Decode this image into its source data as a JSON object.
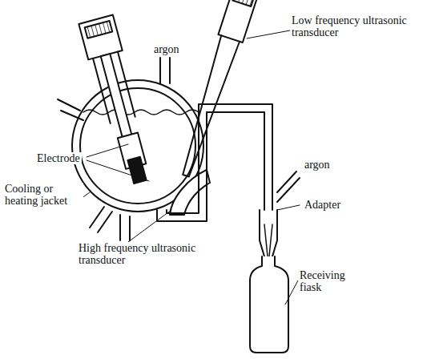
{
  "diagram": {
    "labels": [
      "argon",
      "Low frequency ultrasonic transducer",
      "Electrode",
      "Cooling or heating jacket",
      "High frequency ultrasonic transducer",
      "argon",
      "Adapter",
      "Receiving fiask"
    ]
  }
}
